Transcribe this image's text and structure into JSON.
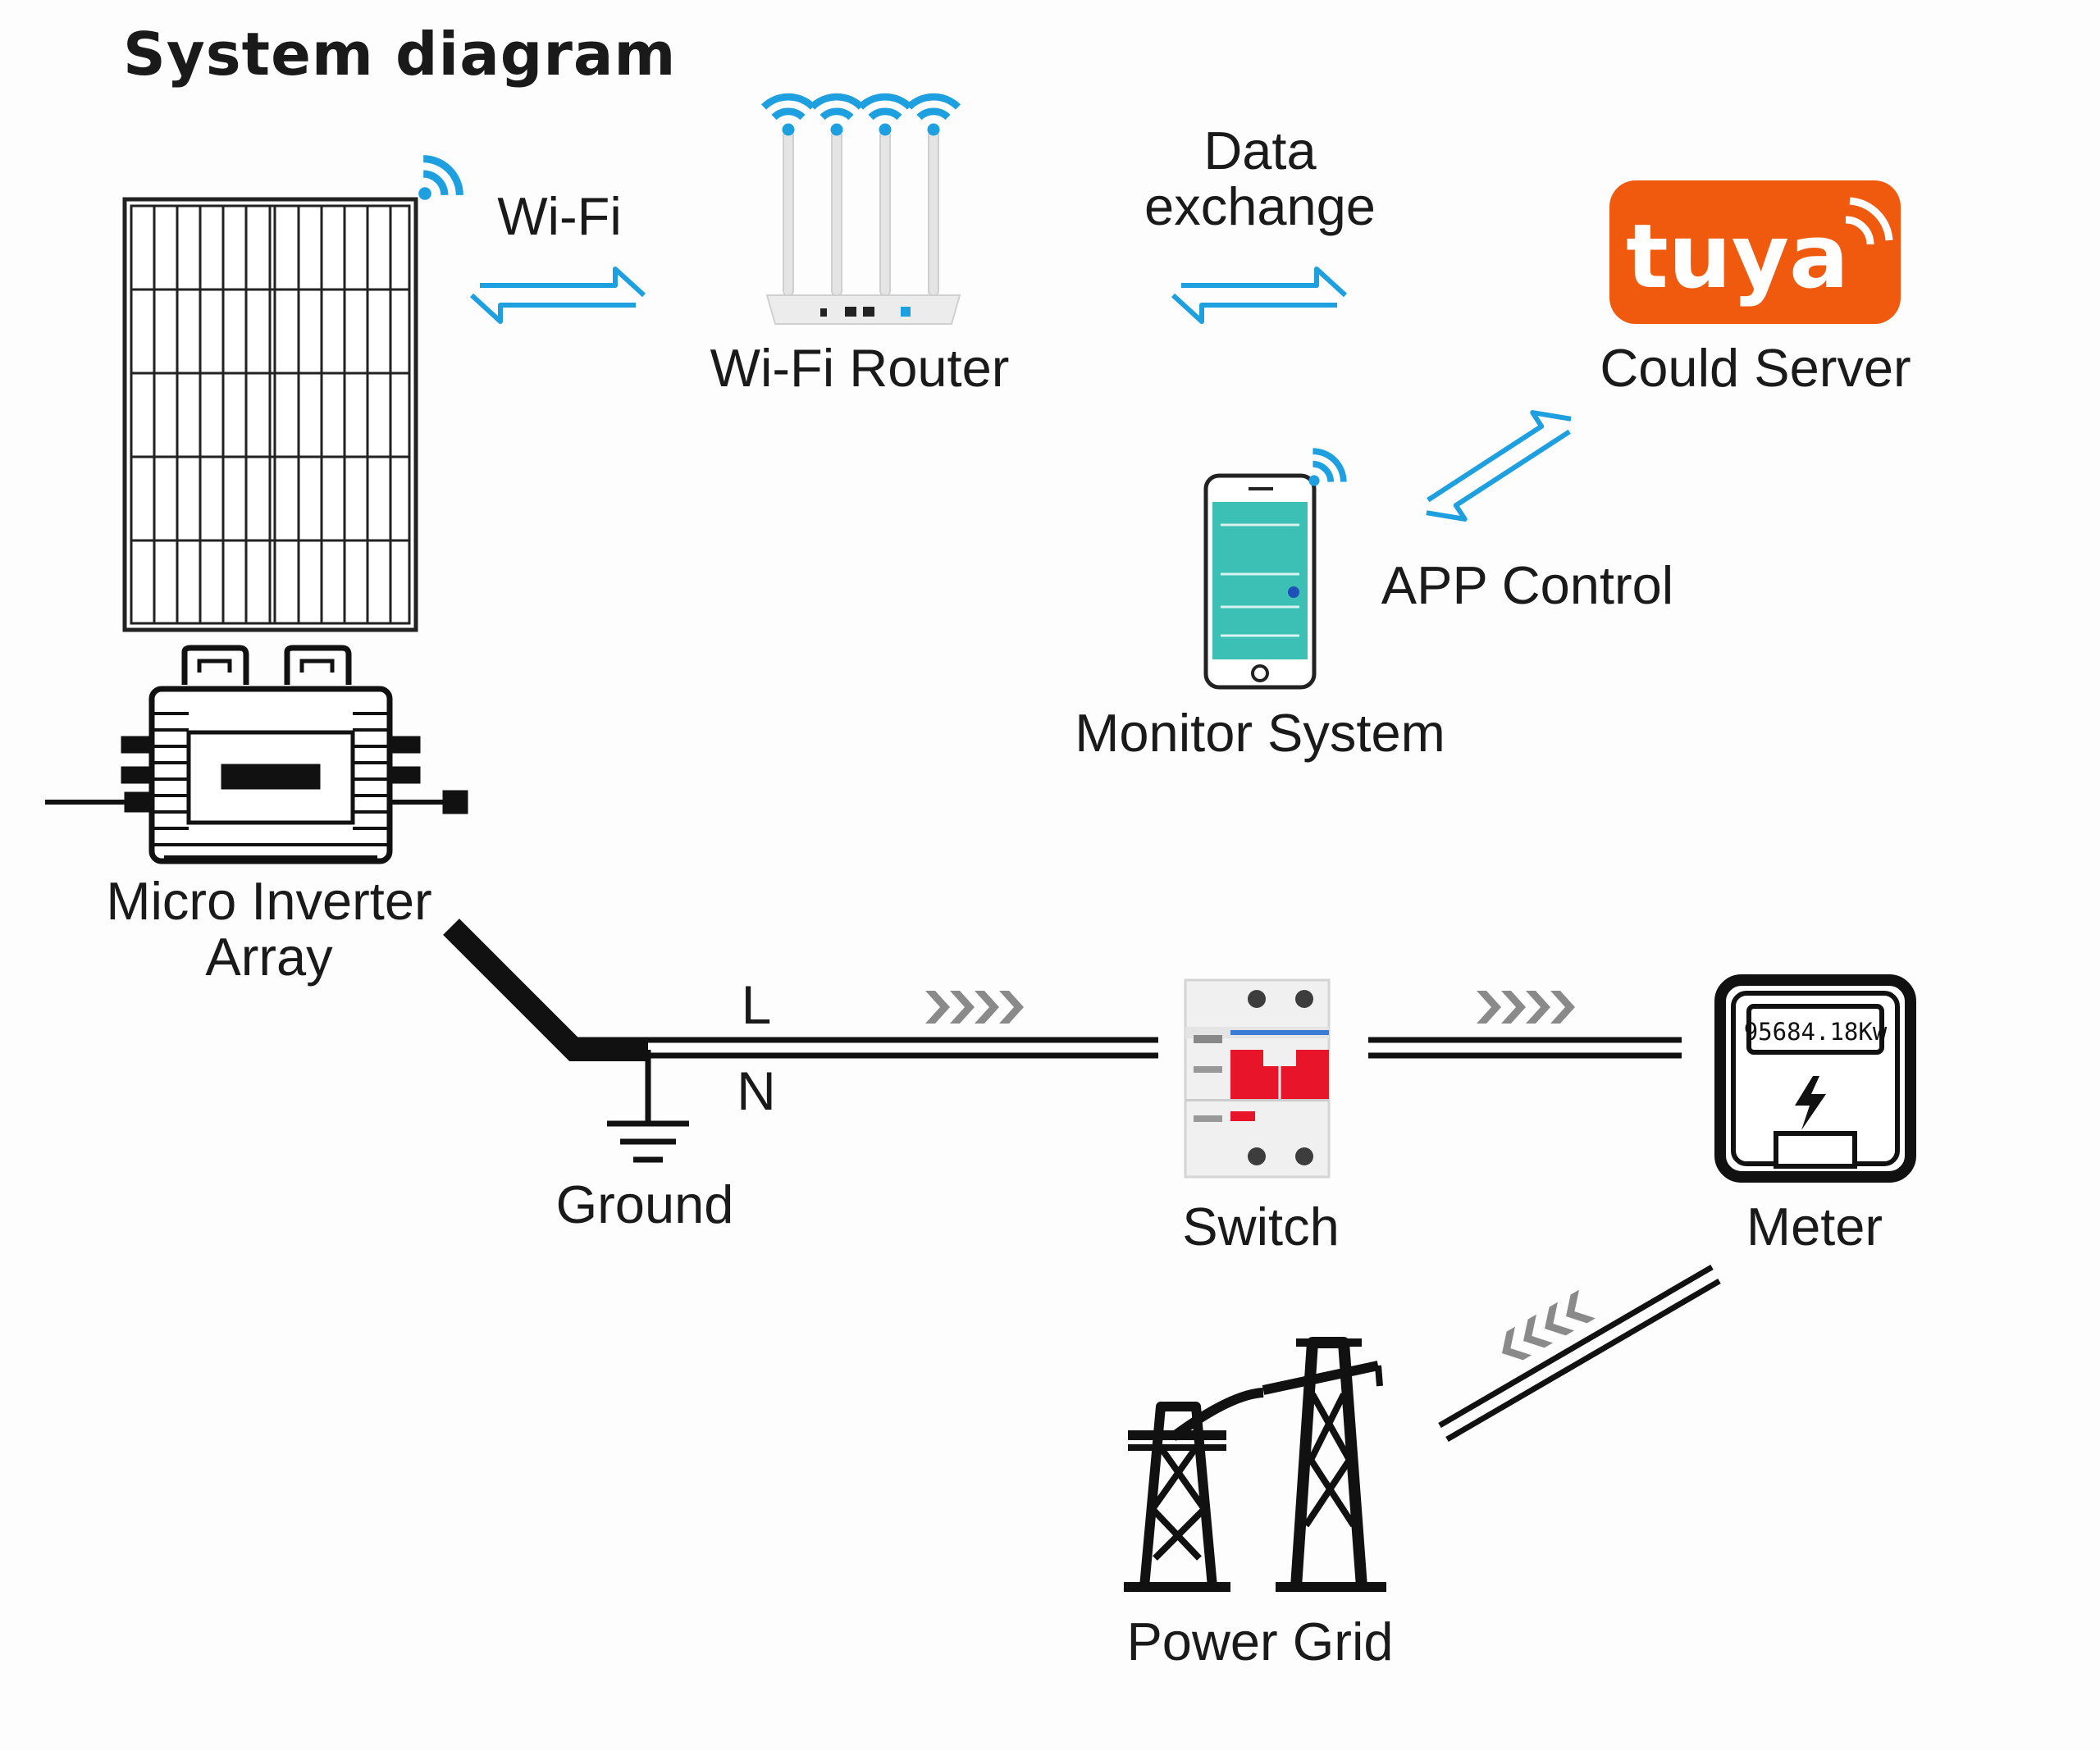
{
  "title": "System diagram",
  "nodes": {
    "solar": {
      "label_line1": "Micro Inverter",
      "label_line2": "Array"
    },
    "router": {
      "label": "Wi-Fi Router"
    },
    "cloud": {
      "label": "Could Server",
      "logo_text": "tuya"
    },
    "monitor": {
      "label": "Monitor System"
    },
    "ground": {
      "label": "Ground"
    },
    "switch": {
      "label": "Switch"
    },
    "meter": {
      "label": "Meter",
      "reading": "95684.18Kw"
    },
    "grid": {
      "label": "Power Grid"
    }
  },
  "links": {
    "wifi": "Wi-Fi",
    "data_exchange_line1": "Data",
    "data_exchange_line2": "exchange",
    "app_control": "APP Control",
    "line_L": "L",
    "line_N": "N"
  },
  "colors": {
    "arrow_blue": "#1ea0e0",
    "tuya_orange": "#f05a0f",
    "breaker_red": "#e8142a",
    "phone_screen": "#3cc0b5",
    "chevron_grey": "#8a8a8a",
    "ink": "#111111"
  },
  "icons": [
    "wifi-signal-icon",
    "double-arrow-icon",
    "chevron-flow-icon",
    "lightning-bolt-icon",
    "ground-symbol-icon"
  ]
}
